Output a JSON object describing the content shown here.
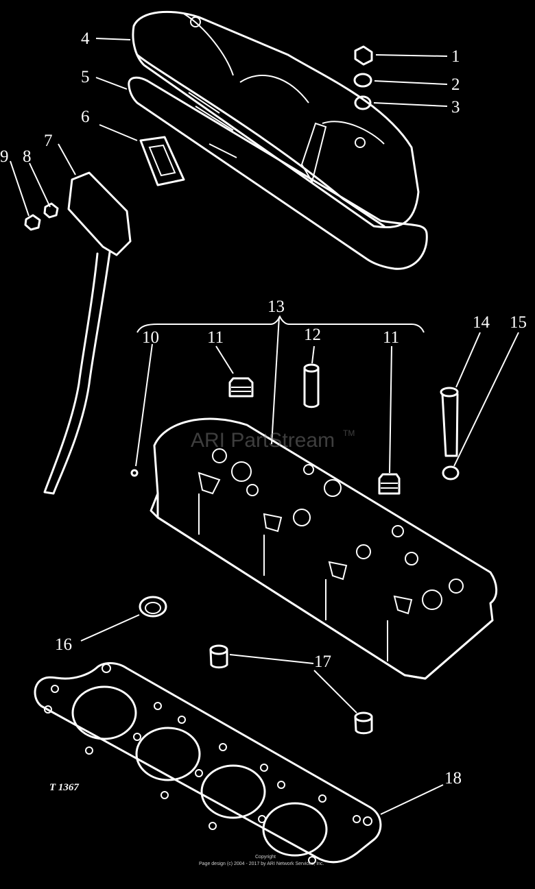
{
  "callouts": {
    "c1": "1",
    "c2": "2",
    "c3": "3",
    "c4": "4",
    "c5": "5",
    "c6": "6",
    "c7": "7",
    "c8": "8",
    "c9": "9",
    "c10": "10",
    "c11a": "11",
    "c11b": "11",
    "c12": "12",
    "c13": "13",
    "c14": "14",
    "c15": "15",
    "c16": "16",
    "c17": "17",
    "c18": "18"
  },
  "figure_id": "T 1367",
  "watermark": "ARI PartStream",
  "watermark_tm": "TM",
  "copyright": {
    "line1": "Copyright",
    "line2": "Page design (c) 2004 - 2017 by ARI Network Services, Inc."
  },
  "colors": {
    "background": "#000000",
    "ink": "#ffffff"
  }
}
